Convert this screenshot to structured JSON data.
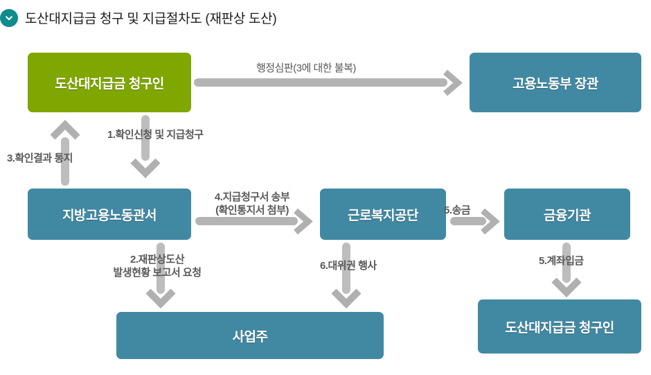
{
  "header": {
    "icon": "chevron-down-circle-icon",
    "title": "도산대지급금 청구 및 지급절차도 (재판상 도산)",
    "icon_color": "#0f8c8c"
  },
  "colors": {
    "green_node": "#80a600",
    "blue_node": "#4189a3",
    "arrow_gray": "#b4b4b4",
    "label_text": "#595959"
  },
  "diagram": {
    "type": "flowchart",
    "nodes": [
      {
        "id": "applicant_top",
        "label": "도산대지급금 청구인",
        "color": "green"
      },
      {
        "id": "minister",
        "label": "고용노동부 장관",
        "color": "blue"
      },
      {
        "id": "local_office",
        "label": "지방고용노동관서",
        "color": "blue"
      },
      {
        "id": "welfare_corp",
        "label": "근로복지공단",
        "color": "blue"
      },
      {
        "id": "financial_inst",
        "label": "금융기관",
        "color": "blue"
      },
      {
        "id": "employer",
        "label": "사업주",
        "color": "blue"
      },
      {
        "id": "applicant_bottom",
        "label": "도산대지급금 청구인",
        "color": "blue"
      }
    ],
    "edges": [
      {
        "id": "e_appeal",
        "from": "applicant_top",
        "to": "minister",
        "label": "행정심판(3에 대한 불복)",
        "direction": "right"
      },
      {
        "id": "e_step1",
        "from": "applicant_top",
        "to": "local_office",
        "label": "1.확인신청 및 지급청구",
        "direction": "down"
      },
      {
        "id": "e_step3",
        "from": "local_office",
        "to": "applicant_top",
        "label": "3.확인결과 통지",
        "direction": "up"
      },
      {
        "id": "e_step4",
        "from": "local_office",
        "to": "welfare_corp",
        "label_line1": "4.지급청구서 송부",
        "label_line2": "(확인통지서 첨부)",
        "direction": "right"
      },
      {
        "id": "e_step5send",
        "from": "welfare_corp",
        "to": "financial_inst",
        "label": "5.송금",
        "direction": "right"
      },
      {
        "id": "e_step2",
        "from": "local_office",
        "to": "employer",
        "label_line1": "2.재판상도산",
        "label_line2": "발생현황 보고서 요청",
        "direction": "down"
      },
      {
        "id": "e_step6",
        "from": "welfare_corp",
        "to": "employer",
        "label": "6.대위권 행사",
        "direction": "down"
      },
      {
        "id": "e_step5dep",
        "from": "financial_inst",
        "to": "applicant_bottom",
        "label": "5.계좌입금",
        "direction": "down"
      }
    ]
  }
}
